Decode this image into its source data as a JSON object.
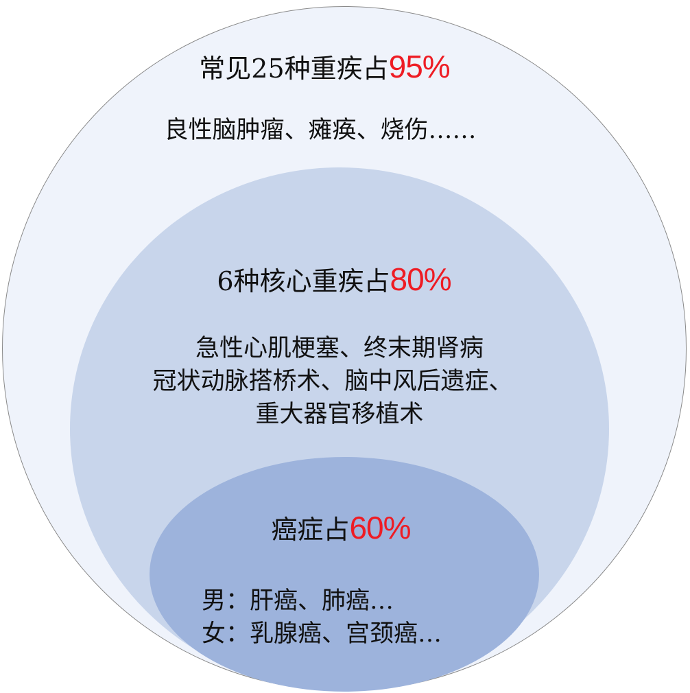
{
  "diagram": {
    "type": "nested-ellipses",
    "colors": {
      "outer_fill": "#eff3fb",
      "outer_border": "#8a8a8a",
      "middle_fill": "#c8d5eb",
      "inner_fill": "#9db3dc",
      "percent_color": "#ee1c24",
      "text_color": "#111111"
    },
    "outer": {
      "heading": "常见25种重疾占",
      "percent": "95%",
      "examples": "良性脑肿瘤、瘫痪、烧伤……"
    },
    "middle": {
      "heading": "6种核心重疾占",
      "percent": "80%",
      "examples": [
        "急性心肌梗塞、终末期肾病",
        "冠状动脉搭桥术、脑中风后遗症、",
        "重大器官移植术"
      ]
    },
    "inner": {
      "heading": "癌症占",
      "percent": "60%",
      "examples": [
        "男：肝癌、肺癌…",
        "女：乳腺癌、宫颈癌…"
      ]
    }
  }
}
